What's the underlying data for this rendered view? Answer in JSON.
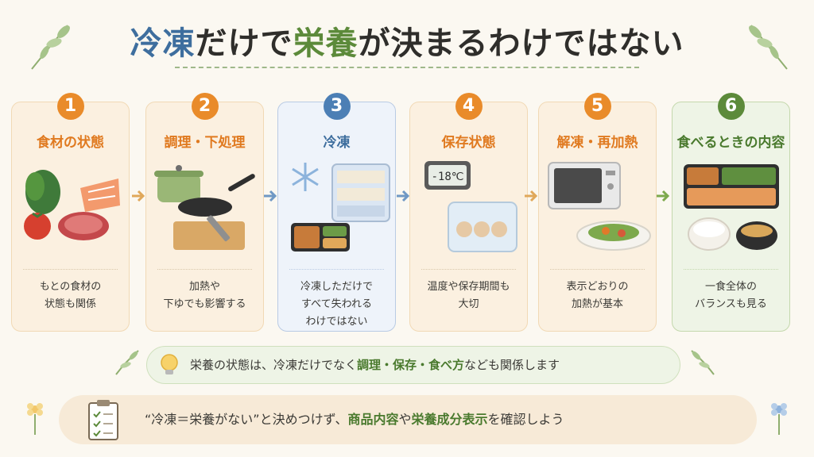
{
  "title": {
    "part1": "冷凍",
    "part2": "だけで",
    "part3": "栄養",
    "part4": "が決まるわけではない"
  },
  "steps": [
    {
      "num": "1",
      "title": "食材の状態",
      "desc1": "もとの食材の",
      "desc2": "状態も関係",
      "desc3": ""
    },
    {
      "num": "2",
      "title": "調理・下処理",
      "desc1": "加熱や",
      "desc2": "下ゆでも影響する",
      "desc3": ""
    },
    {
      "num": "3",
      "title": "冷凍",
      "desc1": "冷凍しただけで",
      "desc2": "すべて失われる",
      "desc3": "わけではない"
    },
    {
      "num": "4",
      "title": "保存状態",
      "desc1": "温度や保存期間も",
      "desc2": "大切",
      "desc3": ""
    },
    {
      "num": "5",
      "title": "解凍・再加熱",
      "desc1": "表示どおりの",
      "desc2": "加熱が基本",
      "desc3": ""
    },
    {
      "num": "6",
      "title": "食べるときの内容",
      "desc1": "一食全体の",
      "desc2": "バランスも見る",
      "desc3": ""
    }
  ],
  "thermometer": "-18℃",
  "tip": {
    "a": "栄養の状態は、冷凍だけでなく",
    "b": "調理・保存・食べ方",
    "c": "なども関係します"
  },
  "note": {
    "a": "“冷凍＝栄養がない”と決めつけず、",
    "b": "商品内容",
    "c": "や",
    "d": "栄養成分表示",
    "e": "を確認しよう"
  },
  "colors": {
    "orange": "#e98b2a",
    "blue": "#4c7fb5",
    "green": "#5c8a3a",
    "cream": "#fbf8f1"
  }
}
